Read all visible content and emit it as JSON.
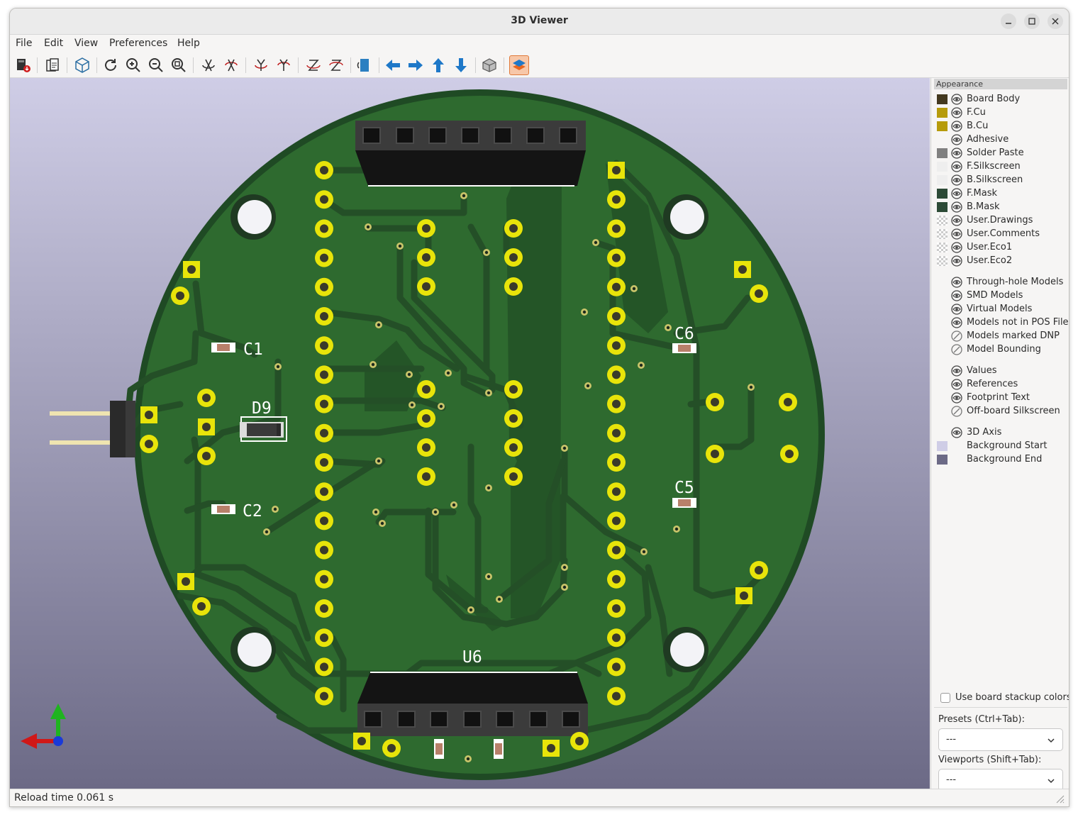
{
  "window": {
    "title": "3D Viewer"
  },
  "menu": [
    "File",
    "Edit",
    "View",
    "Preferences",
    "Help"
  ],
  "board": {
    "labels": {
      "c1": "C1",
      "c2": "C2",
      "c5": "C5",
      "c6": "C6",
      "d9": "D9",
      "u6": "U6"
    }
  },
  "appearance": {
    "header": "Appearance",
    "layers": [
      {
        "name": "Board Body",
        "color": "#43391f",
        "swatch": true
      },
      {
        "name": "F.Cu",
        "color": "#b69b0a",
        "swatch": true
      },
      {
        "name": "B.Cu",
        "color": "#b69b0a",
        "swatch": true
      },
      {
        "name": "Adhesive",
        "color": "",
        "swatch": false
      },
      {
        "name": "Solder Paste",
        "color": "#808080",
        "swatch": true
      },
      {
        "name": "F.Silkscreen",
        "color": "#eeeeee",
        "swatch": true
      },
      {
        "name": "B.Silkscreen",
        "color": "#eeeeee",
        "swatch": true
      },
      {
        "name": "F.Mask",
        "color": "#2c4a36",
        "swatch": true
      },
      {
        "name": "B.Mask",
        "color": "#2c4a36",
        "swatch": true
      },
      {
        "name": "User.Drawings",
        "color": "checker",
        "swatch": true
      },
      {
        "name": "User.Comments",
        "color": "checker",
        "swatch": true
      },
      {
        "name": "User.Eco1",
        "color": "checker",
        "swatch": true
      },
      {
        "name": "User.Eco2",
        "color": "checker",
        "swatch": true
      }
    ],
    "models": [
      {
        "name": "Through-hole Models",
        "state": "visible"
      },
      {
        "name": "SMD Models",
        "state": "visible"
      },
      {
        "name": "Virtual Models",
        "state": "visible"
      },
      {
        "name": "Models not in POS File",
        "state": "visible"
      },
      {
        "name": "Models marked DNP",
        "state": "hidden"
      },
      {
        "name": "Model Bounding",
        "state": "hidden"
      }
    ],
    "text": [
      {
        "name": "Values",
        "state": "visible"
      },
      {
        "name": "References",
        "state": "visible"
      },
      {
        "name": "Footprint Text",
        "state": "visible"
      },
      {
        "name": "Off-board Silkscreen",
        "state": "hidden"
      }
    ],
    "misc": [
      {
        "name": "3D Axis",
        "color": "",
        "eye": true
      },
      {
        "name": "Background Start",
        "color": "#cfcde6",
        "eye": false
      },
      {
        "name": "Background End",
        "color": "#6c6a86",
        "eye": false
      }
    ],
    "use_stackup": "Use board stackup colors",
    "presets_label": "Presets (Ctrl+Tab):",
    "presets_value": "---",
    "viewports_label": "Viewports (Shift+Tab):",
    "viewports_value": "---"
  },
  "status": "Reload time 0.061 s"
}
